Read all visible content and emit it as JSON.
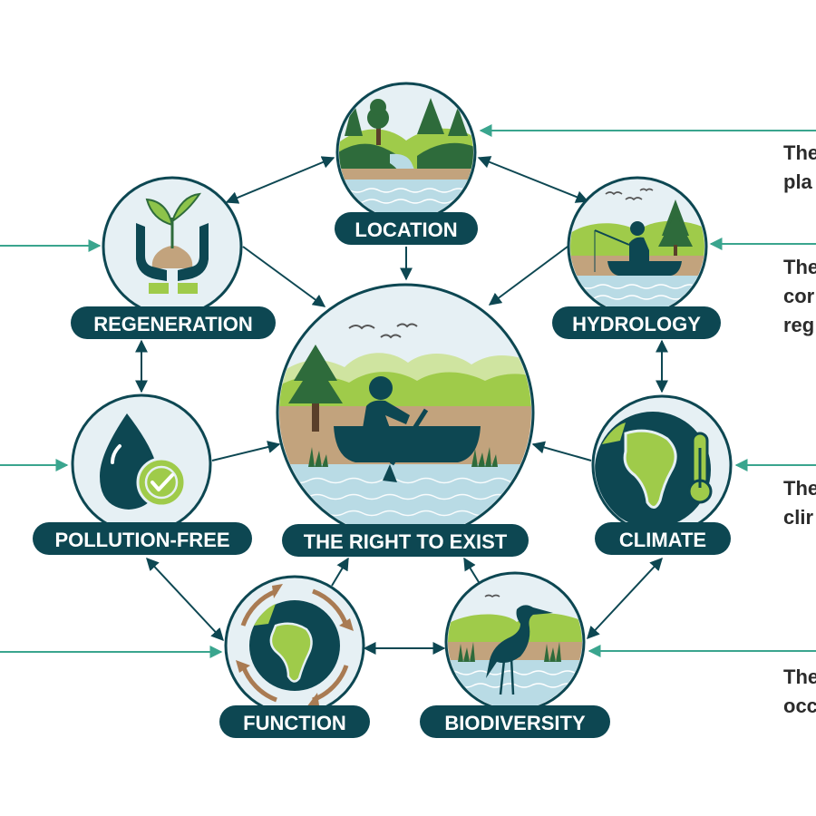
{
  "nodes": {
    "center": "THE RIGHT TO EXIST",
    "location": "LOCATION",
    "regeneration": "REGENERATION",
    "hydrology": "HYDROLOGY",
    "pollution_free": "POLLUTION-FREE",
    "climate": "CLIMATE",
    "function": "FUNCTION",
    "biodiversity": "BIODIVERSITY"
  },
  "side_text": {
    "t1a": "The",
    "t1b": "pla",
    "t2a": "The",
    "t2b": "cor",
    "t2c": "reg",
    "t3a": "The",
    "t3b": "clir",
    "t4a": "The",
    "t4b": "occ"
  },
  "colors": {
    "navy": "#0d4752",
    "teal_line": "#3aa58e",
    "light_circle": "#e6f0f4",
    "green_light": "#b5d45a",
    "green_mid": "#8dc34a",
    "green_dark": "#2e6b3b",
    "soil": "#c2a37d",
    "water": "#b9dbe5",
    "brown": "#a97b53"
  }
}
